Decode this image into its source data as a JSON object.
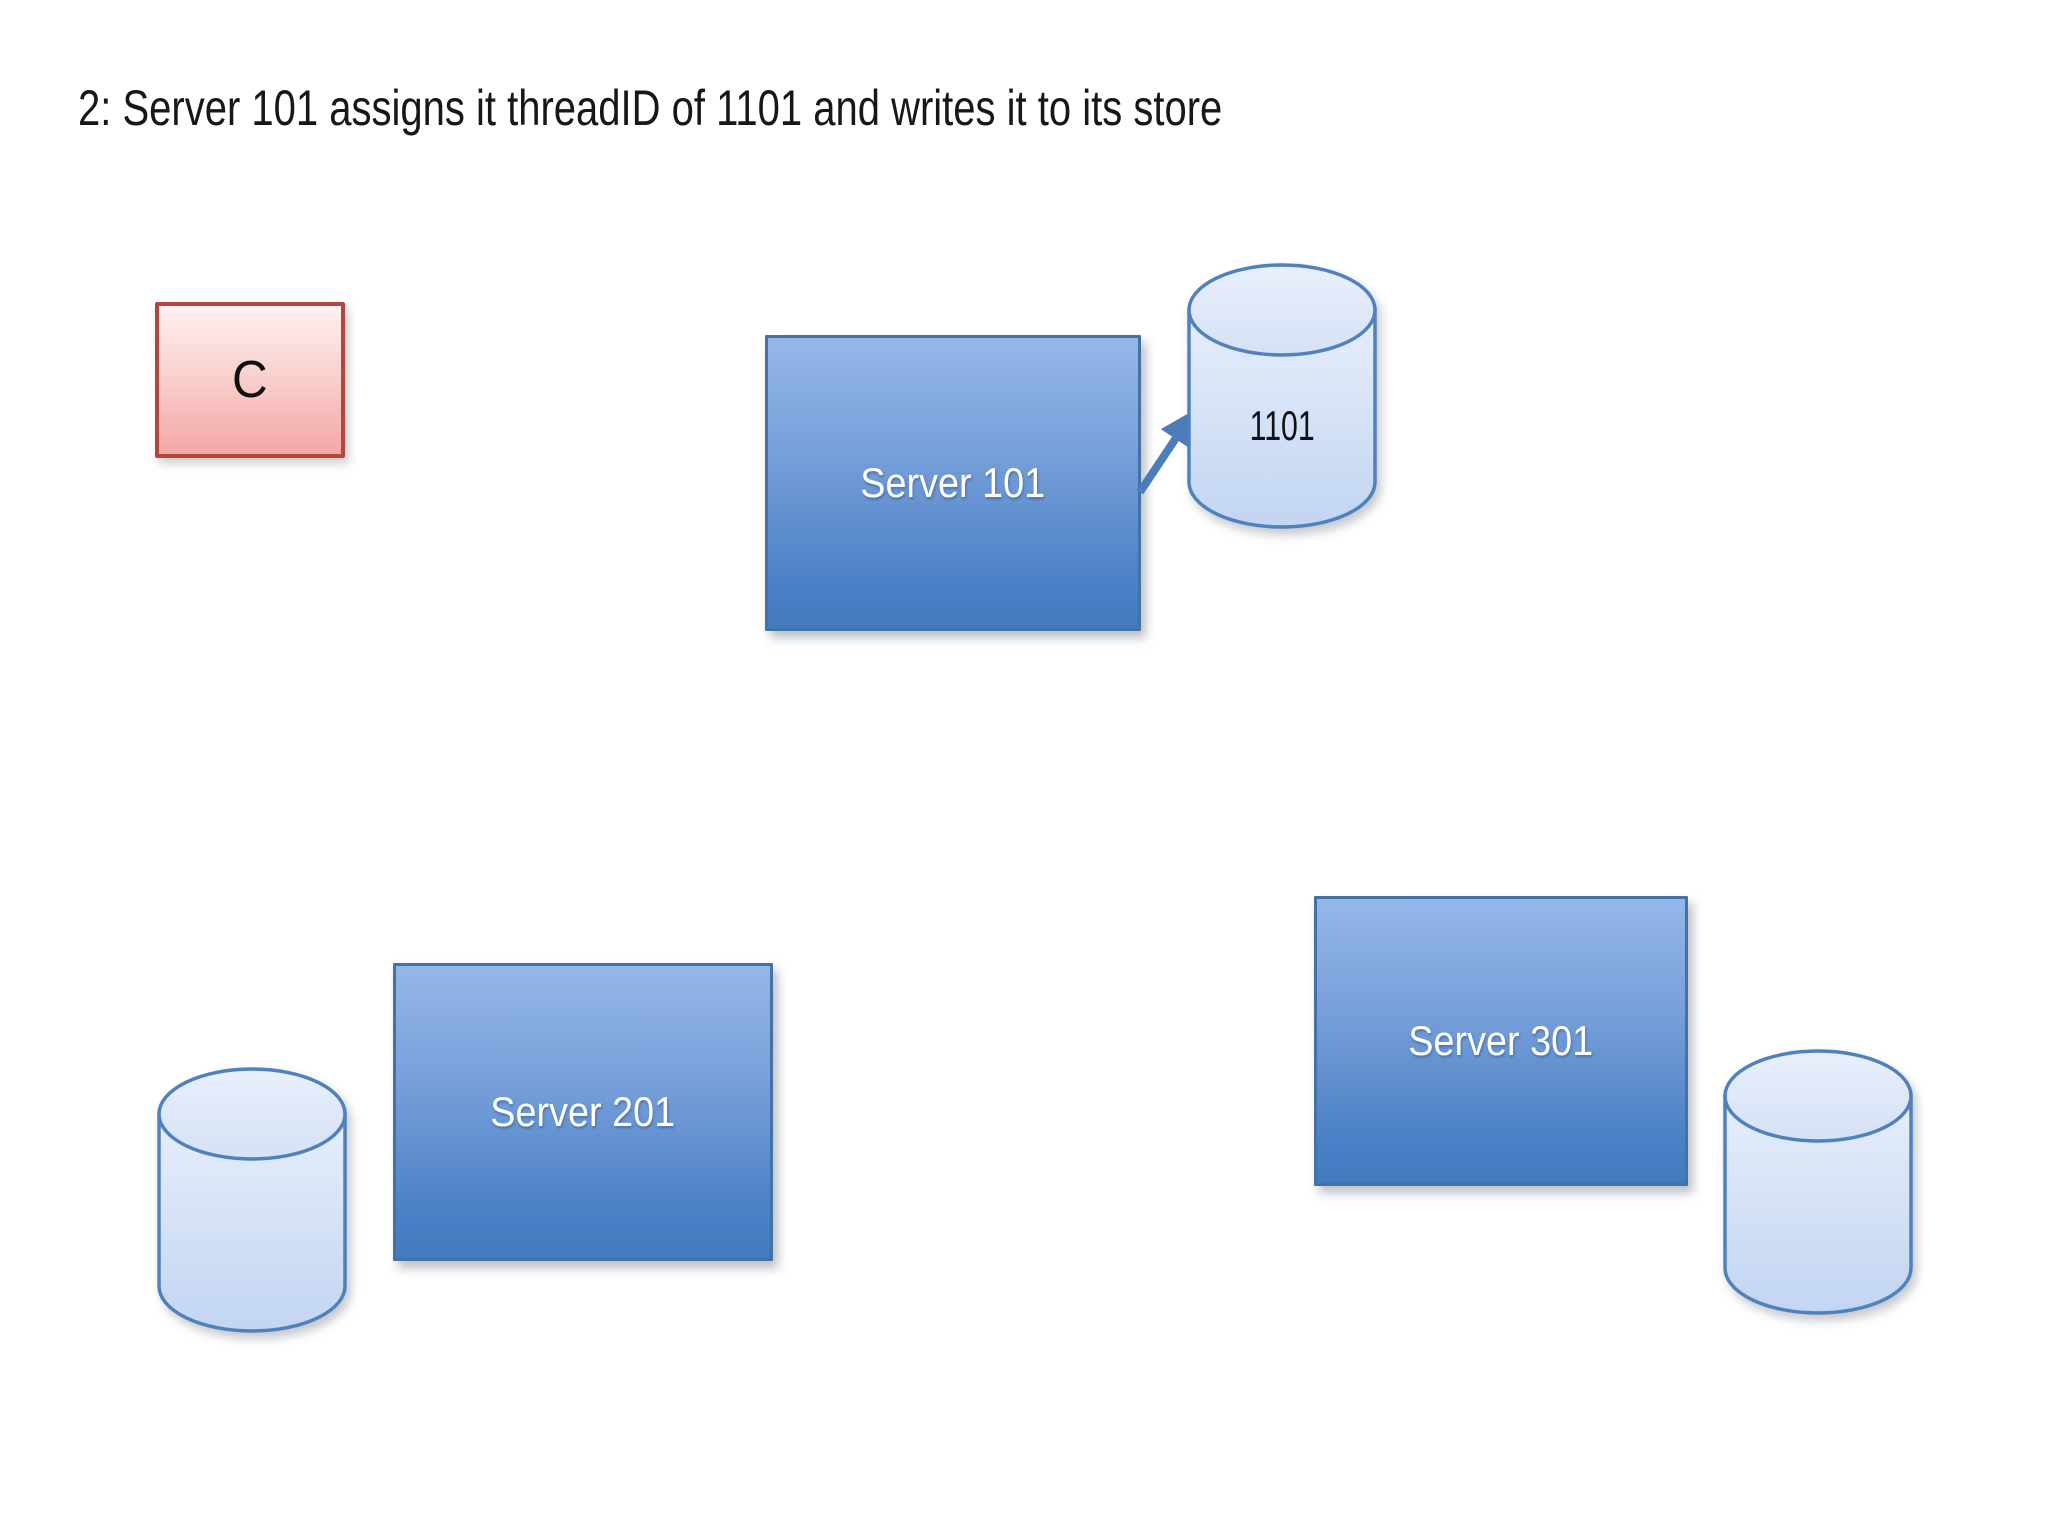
{
  "slide": {
    "title": "2: Server 101 assigns it threadID of 1101 and writes it to its store"
  },
  "client": {
    "label": "C"
  },
  "servers": [
    {
      "id": "server-101",
      "label": "Server 101"
    },
    {
      "id": "server-201",
      "label": "Server 201"
    },
    {
      "id": "server-301",
      "label": "Server 301"
    }
  ],
  "datastore_101": {
    "label": "1101"
  },
  "colors": {
    "server_fill_top": "#95b7ea",
    "server_fill_bottom": "#4379bd",
    "server_border": "#4472a4",
    "server_text": "#ffffff",
    "client_fill_top": "#fdf1f0",
    "client_fill_bottom": "#f3a7a5",
    "client_border": "#b5463f",
    "cylinder_fill_top": "#e7eefb",
    "cylinder_fill_bottom": "#c2d5f2",
    "cylinder_border": "#4f81bd",
    "arrow": "#4c7cba",
    "title_text": "#171717",
    "background": "#ffffff"
  }
}
